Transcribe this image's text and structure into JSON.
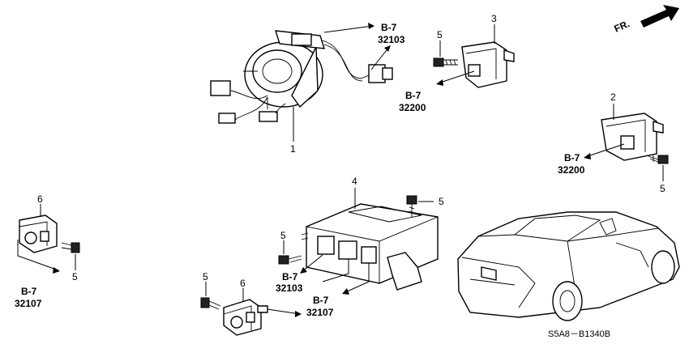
{
  "diagram": {
    "direction_label": "FR.",
    "diagram_code": "S5A8－B1340B",
    "callouts": {
      "cable_reel": "1",
      "sensor_upper": "3",
      "sensor_right": "2",
      "srs_unit": "4",
      "side_sensor_left": "6",
      "side_sensor_bottom": "6",
      "bolt_upper": "5",
      "bolt_right": "5",
      "bolt_unit": "5",
      "bolt_mid": "5",
      "bolt_left": "5",
      "bolt_bottom": "5"
    },
    "references": {
      "ref_a": {
        "sheet": "B-7",
        "code": "32103"
      },
      "ref_b": {
        "sheet": "B-7",
        "code": "32200"
      },
      "ref_c": {
        "sheet": "B-7",
        "code": "32200"
      },
      "ref_d": {
        "sheet": "B-7",
        "code": "32107"
      },
      "ref_e": {
        "sheet": "B-7",
        "code": "32103"
      },
      "ref_f": {
        "sheet": "B-7",
        "code": "32107"
      }
    }
  }
}
